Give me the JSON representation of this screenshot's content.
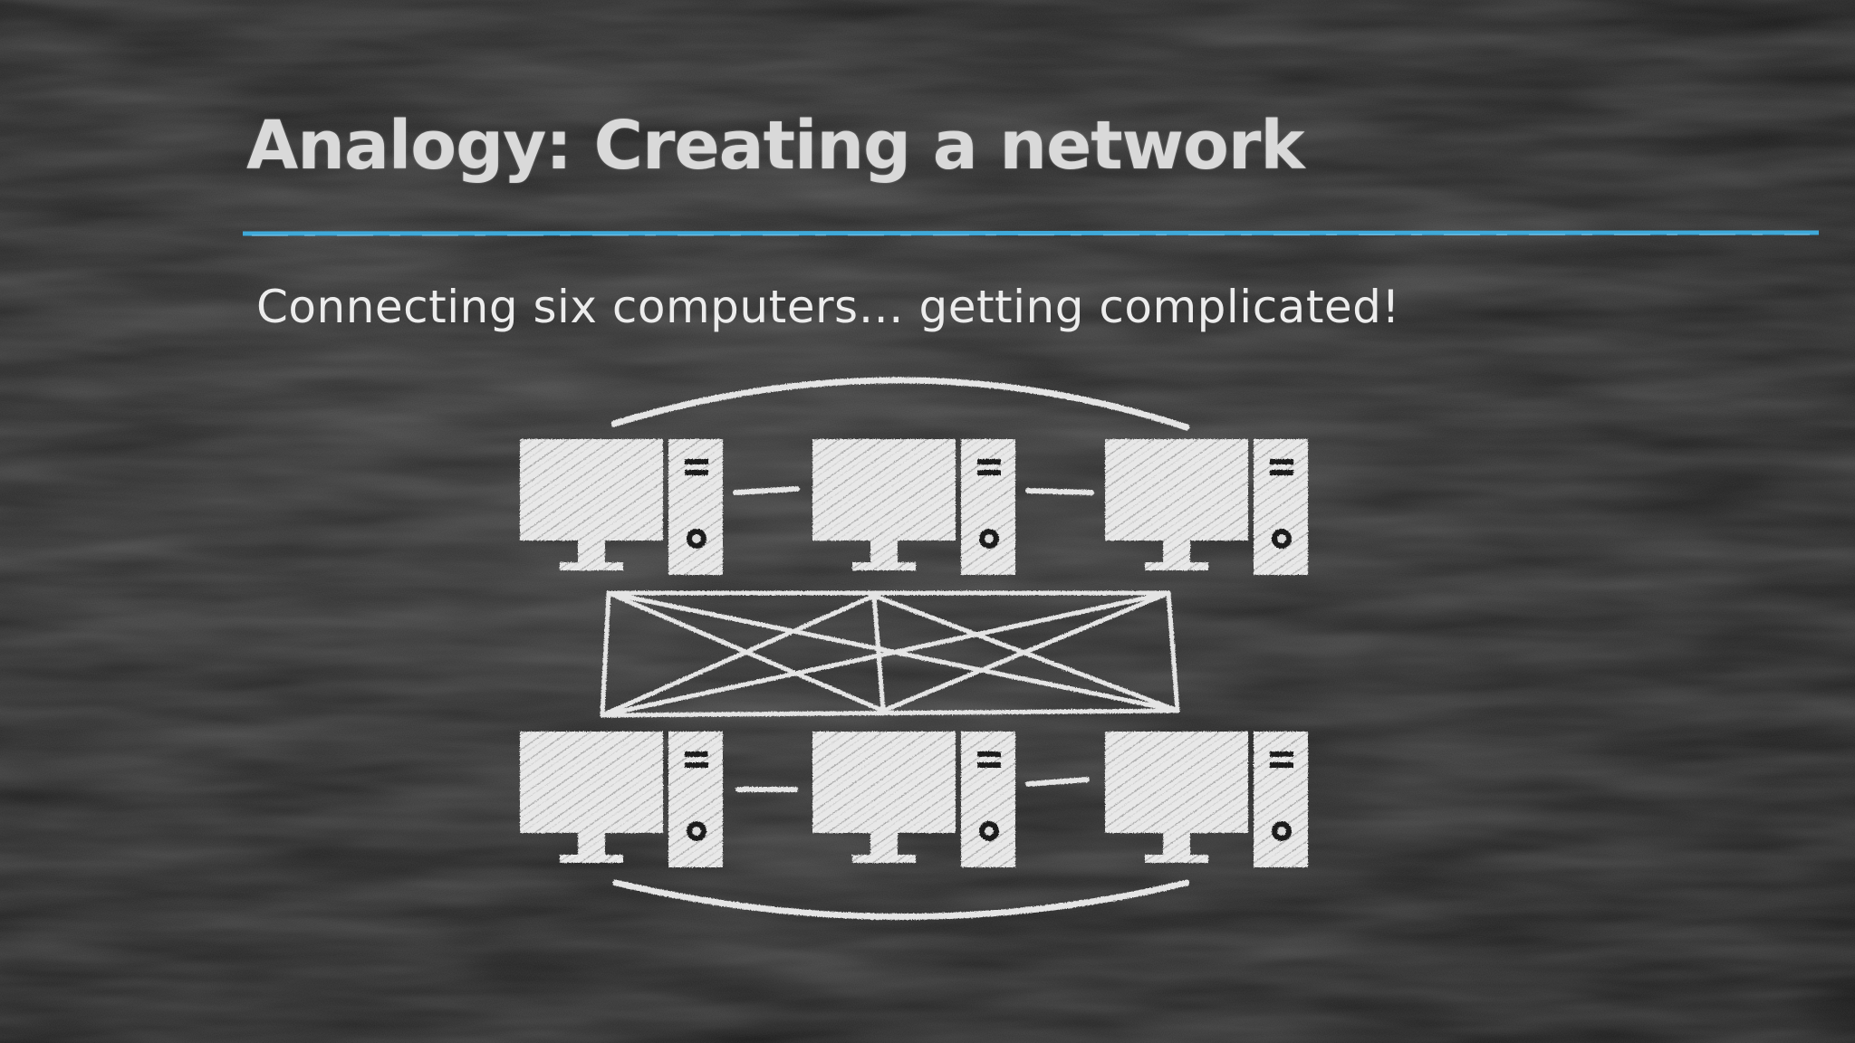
{
  "slide": {
    "title": "Analogy: Creating a network",
    "subtitle": "Connecting six computers… getting complicated!"
  },
  "diagram": {
    "node_icon": "desktop-computer-icon",
    "node_count": 6
  },
  "colors": {
    "background": "#1b1b1b",
    "chalk": "#e6e6e6",
    "accent_rule": "#3fa9d9"
  }
}
